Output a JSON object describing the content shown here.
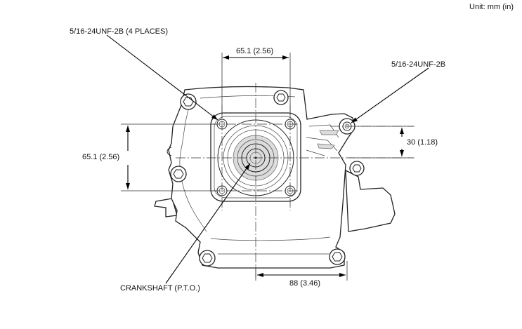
{
  "unit_label": "Unit: mm (in)",
  "callouts": {
    "mounting_holes": "5/16-24UNF-2B (4 PLACES)",
    "side_hole": "5/16-24UNF-2B",
    "crankshaft": "CRANKSHAFT (P.T.O.)"
  },
  "dimensions": {
    "horizontal_hole_spacing": "65.1 (2.56)",
    "vertical_hole_spacing": "65.1 (2.56)",
    "side_hole_offset": "30 (1.18)",
    "base_hole_distance": "88 (3.46)"
  }
}
